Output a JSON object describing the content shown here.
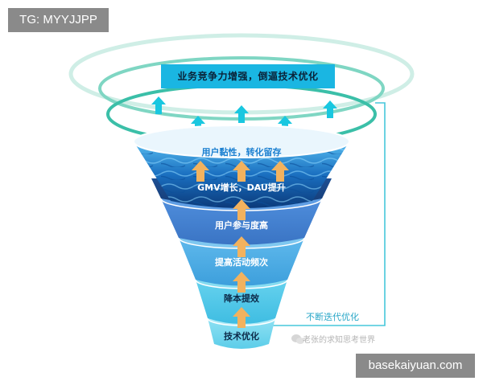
{
  "tags": {
    "top_left": "TG: MYYJJPP",
    "bottom_right": "basekaiyuan.com"
  },
  "top_banner": "业务竞争力增强，倒逼技术优化",
  "levels": [
    {
      "label": "用户黏性，转化留存"
    },
    {
      "label": "GMV增长，DAU提升"
    },
    {
      "label": "用户参与度高"
    },
    {
      "label": "提高活动频次"
    },
    {
      "label": "降本提效"
    },
    {
      "label": "技术优化"
    }
  ],
  "feedback_label": "不断迭代优化",
  "watermark": "老张的求知思考世界",
  "colors": {
    "ring": "#3bbfa8",
    "banner": "#1ab6e2",
    "arrow_up_cyan": "#19c7e0",
    "arrow_orange": "#f2b25e",
    "feedback_line": "#46c7db"
  }
}
